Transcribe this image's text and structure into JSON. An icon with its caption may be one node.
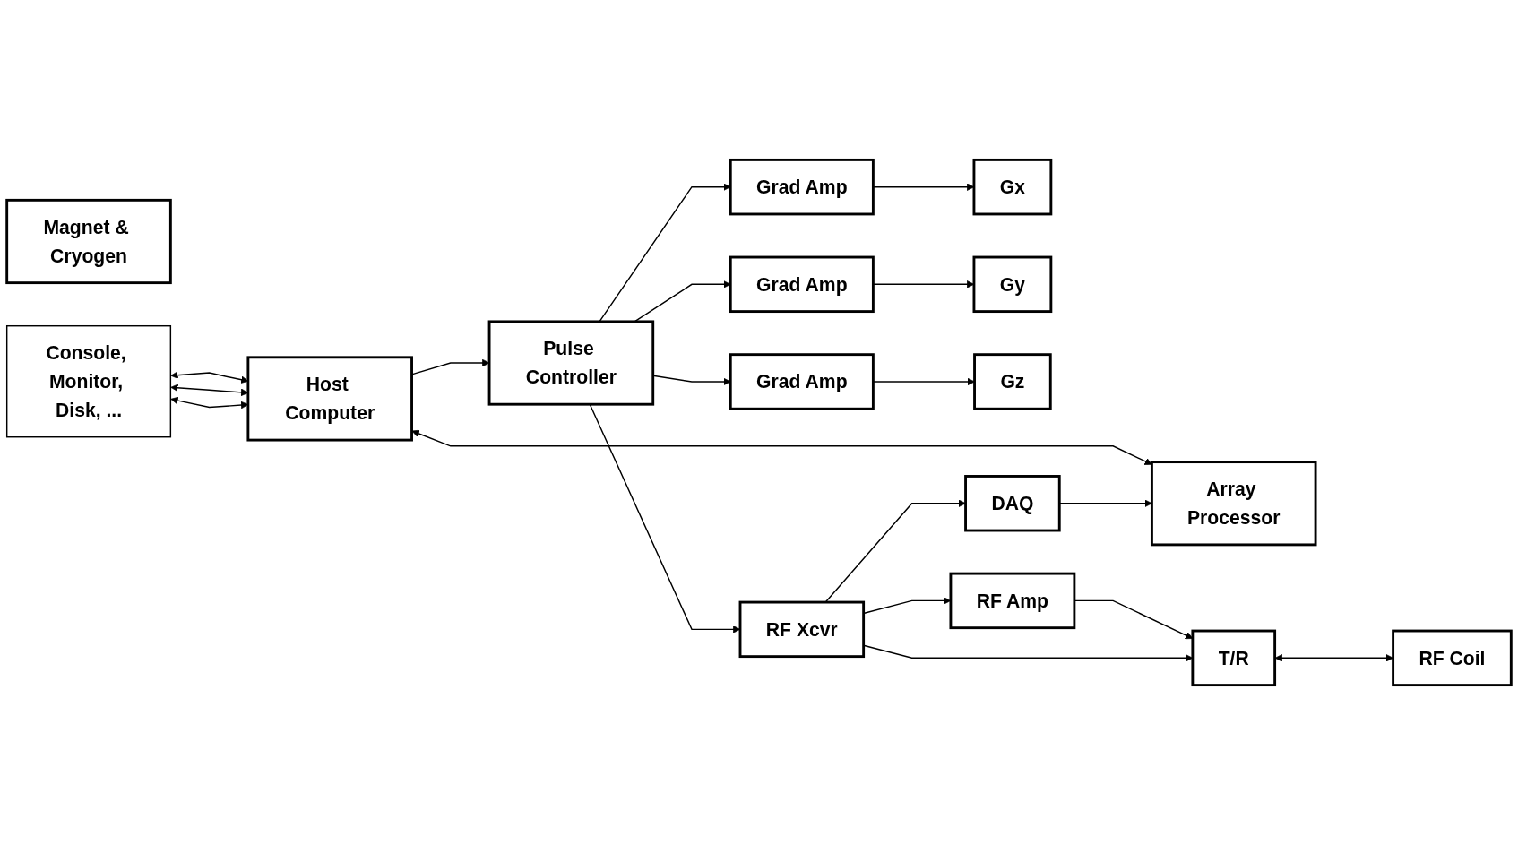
{
  "diagram": {
    "nodes": [
      {
        "text": [
          "Magnet & Cryogen"
        ]
      },
      {
        "text": [
          "Host Computer"
        ]
      },
      {
        "text": [
          "Pulse Controller"
        ]
      },
      {
        "text": [
          "Grad Amp"
        ]
      },
      {
        "text": [
          "Gx"
        ]
      },
      {
        "text": [
          "Grad Amp"
        ]
      },
      {
        "text": [
          "Gy"
        ]
      },
      {
        "text": [
          "Grad Amp"
        ]
      },
      {
        "text": [
          "Gz"
        ]
      },
      {
        "text": [
          "Array Processor"
        ]
      },
      {
        "text": [
          "RF Amp"
        ]
      },
      {
        "text": [
          "T/R"
        ]
      },
      {
        "text": [
          "RF Coil"
        ]
      },
      {
        "text": [
          "Console, Monitor, Disk, ..."
        ]
      },
      {
        "text": [
          "DAQ"
        ]
      },
      {
        "text": [
          "RF Xcvr"
        ]
      }
    ],
    "edges": [
      {
        "from": 1,
        "to": 2,
        "arrow": "to"
      },
      {
        "from": 2,
        "to": 3,
        "arrow": "to"
      },
      {
        "from": 2,
        "to": 5,
        "arrow": "to"
      },
      {
        "from": 2,
        "to": 7,
        "arrow": "to"
      },
      {
        "from": 3,
        "to": 4,
        "arrow": "to"
      },
      {
        "from": 5,
        "to": 6,
        "arrow": "to"
      },
      {
        "from": 7,
        "to": 8,
        "arrow": "to"
      },
      {
        "from": 1,
        "to": 13,
        "arrow": "both"
      },
      {
        "from": 1,
        "to": 13,
        "arrow": "both"
      },
      {
        "from": 1,
        "to": 13,
        "arrow": "both"
      },
      {
        "from": 1,
        "to": 9,
        "arrow": "both"
      },
      {
        "from": 2,
        "to": 15,
        "arrow": "to"
      },
      {
        "from": 15,
        "to": 14,
        "arrow": "to"
      },
      {
        "from": 14,
        "to": 9,
        "arrow": "to"
      },
      {
        "from": 15,
        "to": 10,
        "arrow": "to"
      },
      {
        "from": 10,
        "to": 11,
        "arrow": "to"
      },
      {
        "from": 15,
        "to": 11,
        "arrow": "to"
      },
      {
        "from": 11,
        "to": 12,
        "arrow": "both"
      }
    ]
  }
}
